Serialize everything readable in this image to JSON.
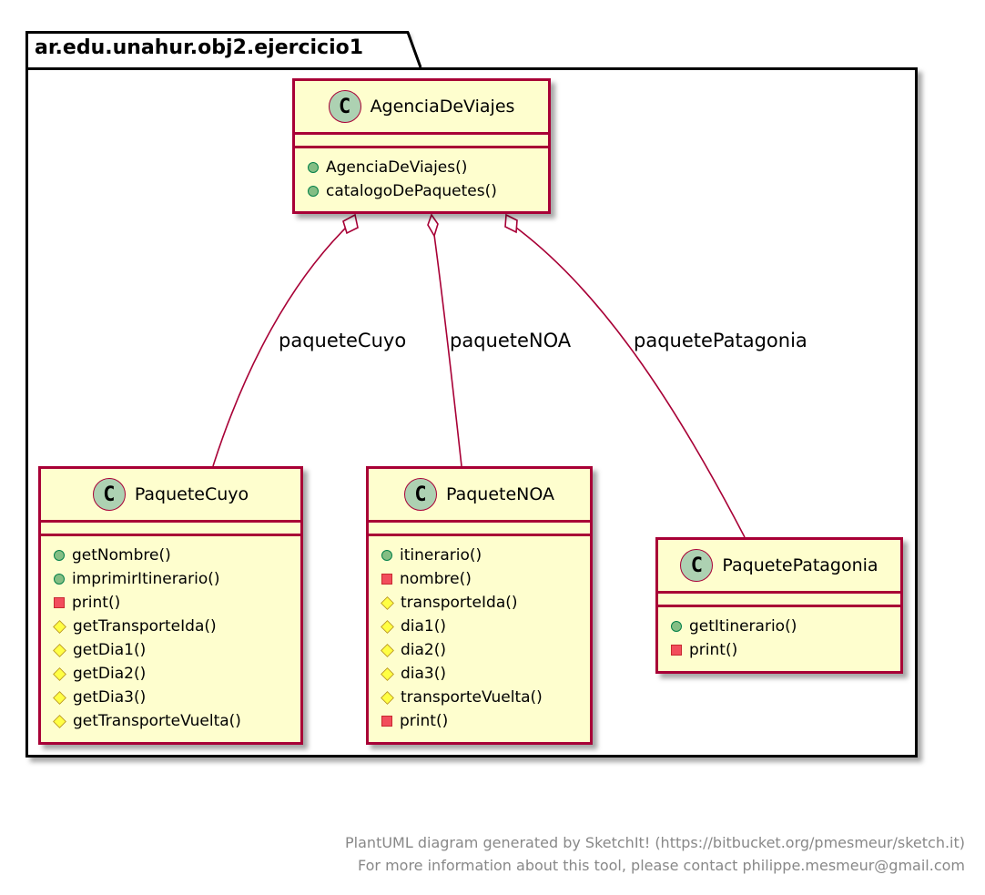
{
  "package": {
    "name": "ar.edu.unahur.obj2.ejercicio1"
  },
  "classes": {
    "agencia": {
      "name": "AgenciaDeViajes",
      "stereotype": "C",
      "methods": [
        {
          "visibility": "public",
          "name": "AgenciaDeViajes()"
        },
        {
          "visibility": "public",
          "name": "catalogoDePaquetes()"
        }
      ]
    },
    "cuyo": {
      "name": "PaqueteCuyo",
      "stereotype": "C",
      "methods": [
        {
          "visibility": "public",
          "name": "getNombre()"
        },
        {
          "visibility": "public",
          "name": "imprimirItinerario()"
        },
        {
          "visibility": "private",
          "name": "print()"
        },
        {
          "visibility": "protected",
          "name": "getTransporteIda()"
        },
        {
          "visibility": "protected",
          "name": "getDia1()"
        },
        {
          "visibility": "protected",
          "name": "getDia2()"
        },
        {
          "visibility": "protected",
          "name": "getDia3()"
        },
        {
          "visibility": "protected",
          "name": "getTransporteVuelta()"
        }
      ]
    },
    "noa": {
      "name": "PaqueteNOA",
      "stereotype": "C",
      "methods": [
        {
          "visibility": "public",
          "name": "itinerario()"
        },
        {
          "visibility": "private",
          "name": "nombre()"
        },
        {
          "visibility": "protected",
          "name": "transporteIda()"
        },
        {
          "visibility": "protected",
          "name": "dia1()"
        },
        {
          "visibility": "protected",
          "name": "dia2()"
        },
        {
          "visibility": "protected",
          "name": "dia3()"
        },
        {
          "visibility": "protected",
          "name": "transporteVuelta()"
        },
        {
          "visibility": "private",
          "name": "print()"
        }
      ]
    },
    "patagonia": {
      "name": "PaquetePatagonia",
      "stereotype": "C",
      "methods": [
        {
          "visibility": "public",
          "name": "getItinerario()"
        },
        {
          "visibility": "private",
          "name": "print()"
        }
      ]
    }
  },
  "relations": [
    {
      "from": "AgenciaDeViajes",
      "to": "PaqueteCuyo",
      "type": "aggregation",
      "label": "paqueteCuyo"
    },
    {
      "from": "AgenciaDeViajes",
      "to": "PaqueteNOA",
      "type": "aggregation",
      "label": "paqueteNOA"
    },
    {
      "from": "AgenciaDeViajes",
      "to": "PaquetePatagonia",
      "type": "aggregation",
      "label": "paquetePatagonia"
    }
  ],
  "colors": {
    "class_fill": "#FEFECE",
    "class_border": "#A80036",
    "stereotype_circle": "#ADD1B2",
    "footer_text": "#888888"
  },
  "footer": {
    "line1": "PlantUML diagram generated by SketchIt! (https://bitbucket.org/pmesmeur/sketch.it)",
    "line2": "For more information about this tool, please contact philippe.mesmeur@gmail.com"
  }
}
